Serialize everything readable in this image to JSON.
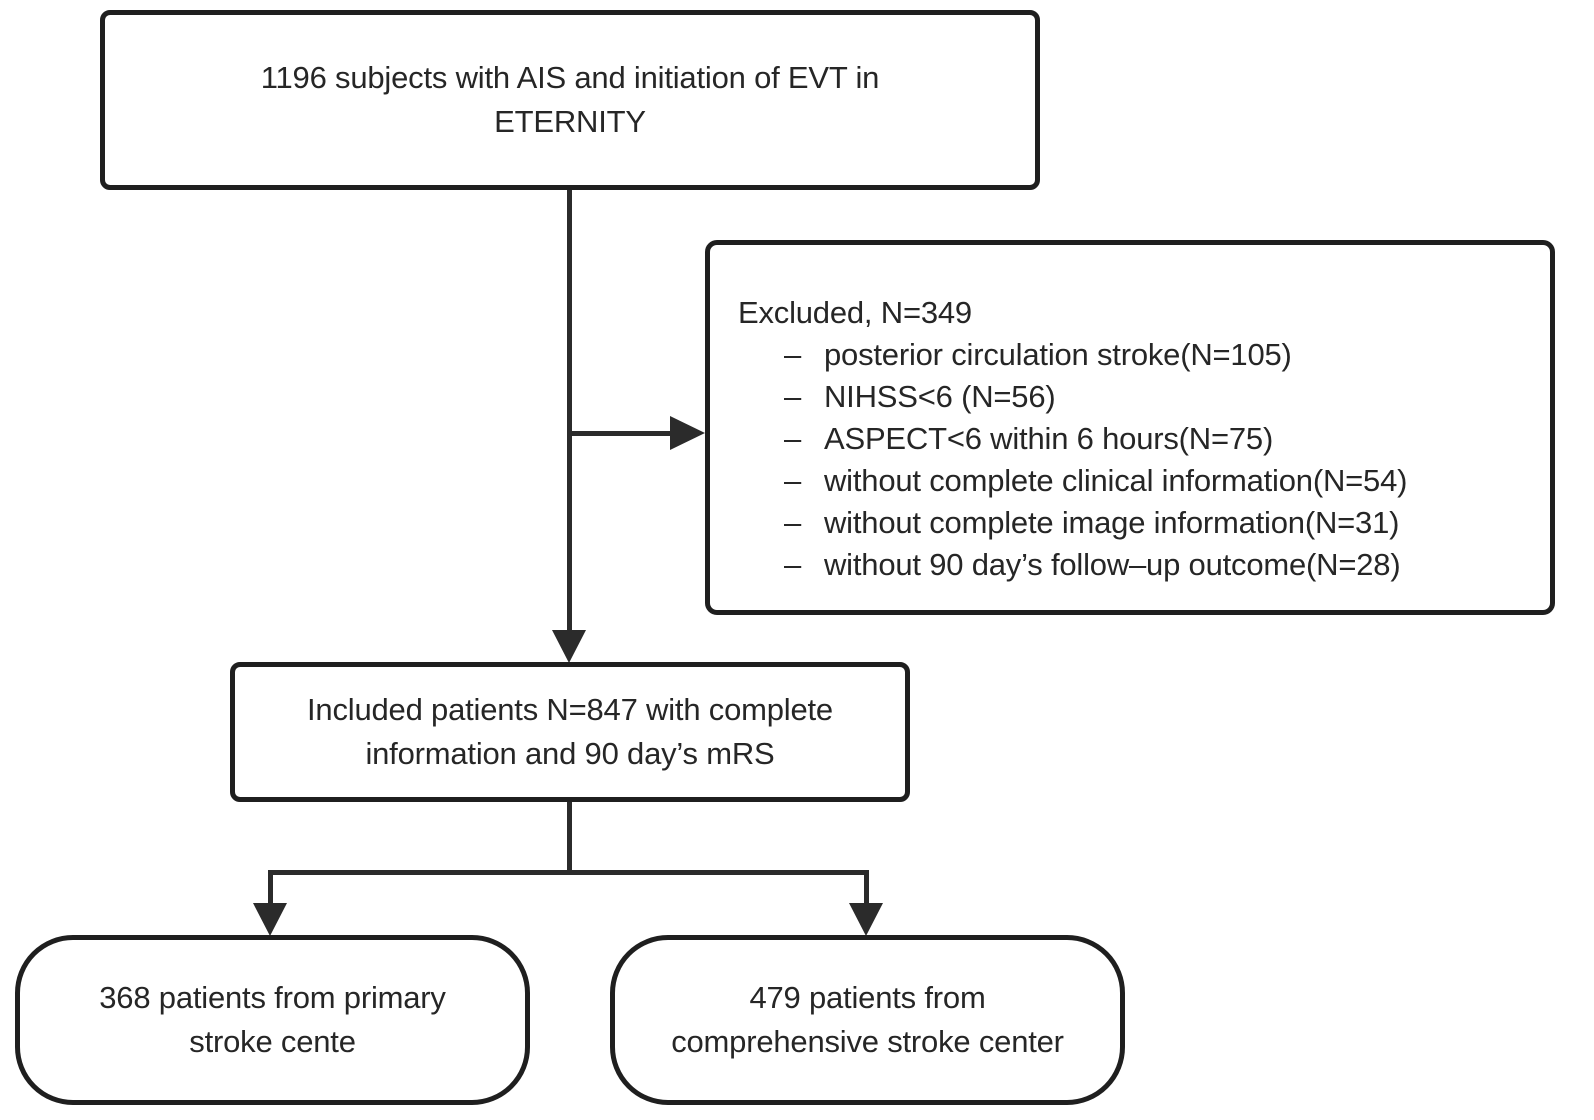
{
  "figure_type": "patient-flow-diagram",
  "boxes": {
    "initial": {
      "line1": "1196 subjects with AIS and initiation of EVT in",
      "line2": "ETERNITY"
    },
    "excluded": {
      "title": "Excluded, N=349",
      "bullet": "–",
      "items": [
        "posterior circulation stroke(N=105)",
        "NIHSS<6 (N=56)",
        "ASPECT<6 within 6 hours(N=75)",
        "without complete clinical information(N=54)",
        "without complete image information(N=31)",
        "without 90 day’s follow–up outcome(N=28)"
      ]
    },
    "included": {
      "line1": "Included patients N=847 with complete",
      "line2": "information and 90 day’s mRS"
    },
    "primary_stroke_center": {
      "line1": "368 patients from primary",
      "line2": "stroke cente"
    },
    "comprehensive_stroke_center": {
      "line1": "479 patients from",
      "line2": "comprehensive stroke center"
    }
  },
  "counts": {
    "initial_subjects": 1196,
    "excluded_total": 349,
    "excluded_posterior_circulation": 105,
    "excluded_nihss_lt6": 56,
    "excluded_aspect_lt6": 75,
    "excluded_missing_clinical": 54,
    "excluded_missing_image": 31,
    "excluded_missing_followup": 28,
    "included_patients": 847,
    "primary_stroke_center": 368,
    "comprehensive_stroke_center": 479
  },
  "colors": {
    "border": "#1f1f1f",
    "line": "#2b2b2b",
    "text": "#262626",
    "background": "#ffffff"
  }
}
